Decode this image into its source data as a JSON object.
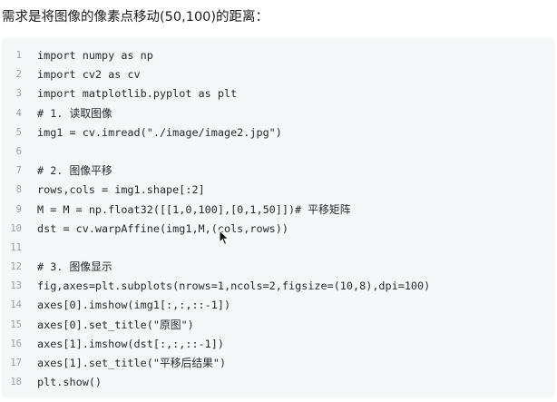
{
  "intro": {
    "text": "需求是将图像的像素点移动(50,100)的距离："
  },
  "code": {
    "lines": [
      {
        "n": "1",
        "text": "import numpy as np"
      },
      {
        "n": "2",
        "text": "import cv2 as cv"
      },
      {
        "n": "3",
        "text": "import matplotlib.pyplot as plt"
      },
      {
        "n": "4",
        "text": "# 1. 读取图像"
      },
      {
        "n": "5",
        "text": "img1 = cv.imread(\"./image/image2.jpg\")"
      },
      {
        "n": "6",
        "text": ""
      },
      {
        "n": "7",
        "text": "# 2. 图像平移"
      },
      {
        "n": "8",
        "text": "rows,cols = img1.shape[:2]"
      },
      {
        "n": "9",
        "text": "M = M = np.float32([[1,0,100],[0,1,50]])# 平移矩阵"
      },
      {
        "n": "10",
        "text": "dst = cv.warpAffine(img1,M,(cols,rows))"
      },
      {
        "n": "11",
        "text": ""
      },
      {
        "n": "12",
        "text": "# 3. 图像显示"
      },
      {
        "n": "13",
        "text": "fig,axes=plt.subplots(nrows=1,ncols=2,figsize=(10,8),dpi=100)"
      },
      {
        "n": "14",
        "text": "axes[0].imshow(img1[:,:,::-1])"
      },
      {
        "n": "15",
        "text": "axes[0].set_title(\"原图\")"
      },
      {
        "n": "16",
        "text": "axes[1].imshow(dst[:,:,::-1])"
      },
      {
        "n": "17",
        "text": "axes[1].set_title(\"平移后结果\")"
      },
      {
        "n": "18",
        "text": "plt.show()"
      }
    ]
  },
  "cursor": {
    "icon": "mouse-pointer-icon"
  }
}
